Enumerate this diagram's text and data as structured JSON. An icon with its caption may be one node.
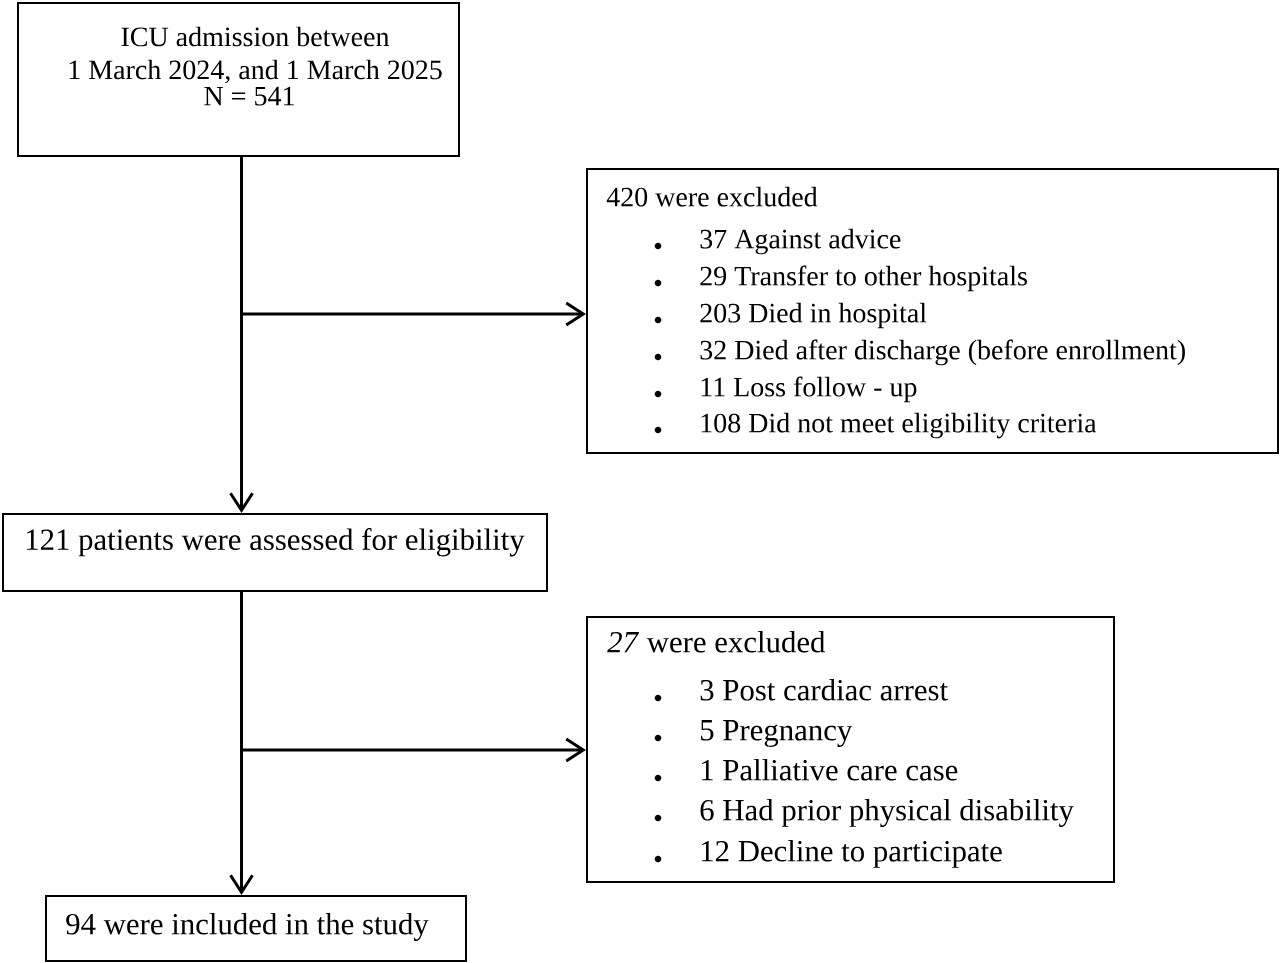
{
  "diagram": {
    "nodes": [
      {
        "text": [
          "ICU admission between 1 March 2024, and 1 March 2025",
          "N = 541"
        ]
      },
      {
        "text": [
          "420 were excluded",
          "37 Against advice",
          "29 Transfer to other hospitals",
          "203 Died in hospital",
          "32 Died after discharge (before enrollment)",
          "11 Loss follow - up",
          "108 Did not meet eligibility criteria"
        ]
      },
      {
        "text": [
          "121 patients were assessed for eligibility"
        ]
      },
      {
        "text": [
          "*27* were excluded",
          "3 Post cardiac arrest",
          "5 Pregnancy",
          "1 Palliative care case",
          "6 Had prior physical disability",
          "12 Decline to participate"
        ]
      },
      {
        "text": [
          "94 were included in the study"
        ]
      }
    ],
    "edges": [
      {
        "from": 0,
        "to": 2,
        "arrow": "to"
      },
      {
        "from": 0,
        "to": 1,
        "arrow": "to"
      },
      {
        "from": 2,
        "to": 4,
        "arrow": "to"
      },
      {
        "from": 2,
        "to": 3,
        "arrow": "to"
      }
    ]
  }
}
